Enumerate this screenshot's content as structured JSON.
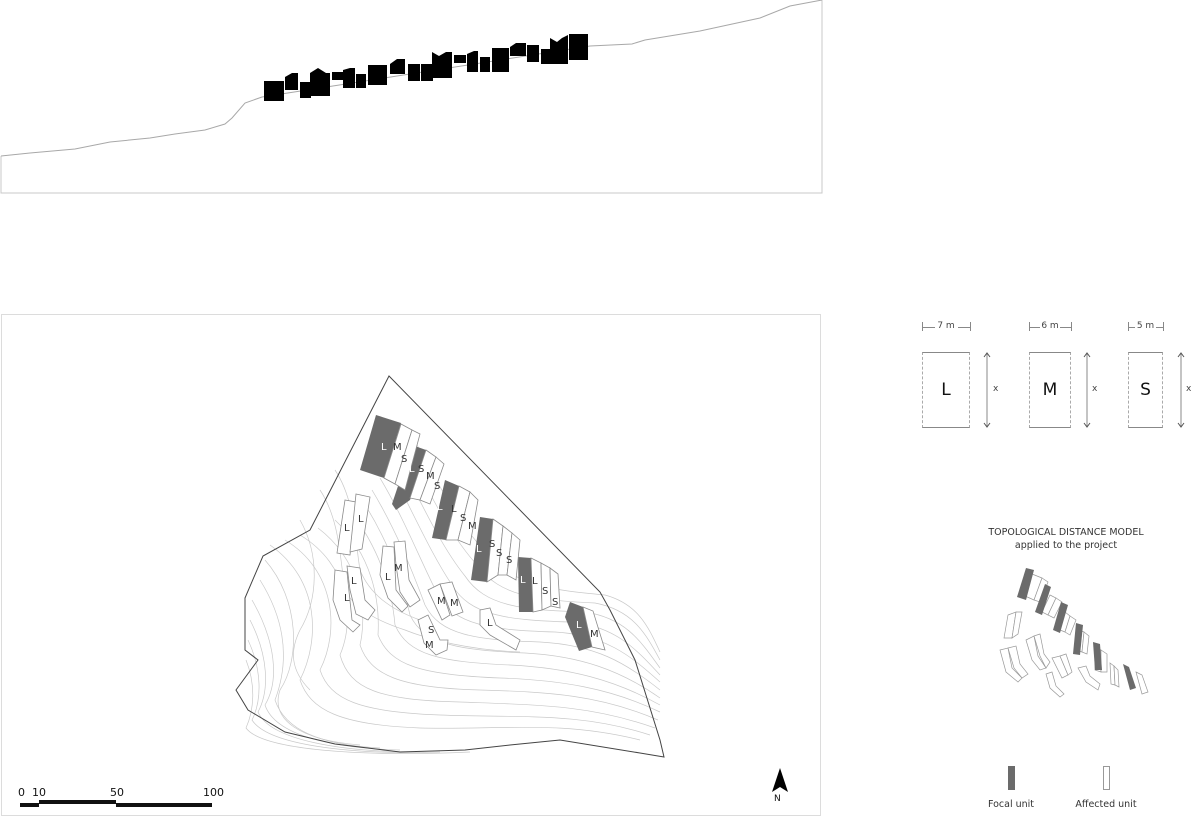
{
  "colors": {
    "focal_unit": "#6b6b6b",
    "affected_unit_stroke": "#9a9a9a",
    "section_buildings": "#000000",
    "terrain_line": "#a8a8a8",
    "contour_line": "#c4c4c4",
    "site_boundary": "#444444",
    "frame": "#dcdcdc"
  },
  "section": {
    "name": "site-section-elevation",
    "description": "Black building silhouettes stepping up terrain slope"
  },
  "plan": {
    "name": "site-plan",
    "units": [
      {
        "type": "L",
        "role": "focal",
        "label": "L"
      },
      {
        "type": "M",
        "role": "affected",
        "label": "M"
      },
      {
        "type": "S",
        "role": "affected",
        "label": "S"
      },
      {
        "type": "L",
        "role": "focal",
        "label": "L"
      },
      {
        "type": "S",
        "role": "affected",
        "label": "S"
      },
      {
        "type": "M",
        "role": "affected",
        "label": "M"
      },
      {
        "type": "S",
        "role": "affected",
        "label": "S"
      },
      {
        "type": "L",
        "role": "focal",
        "label": "L"
      },
      {
        "type": "L",
        "role": "affected",
        "label": "L"
      },
      {
        "type": "S",
        "role": "affected",
        "label": "S"
      },
      {
        "type": "M",
        "role": "affected",
        "label": "M"
      },
      {
        "type": "L",
        "role": "focal",
        "label": "L"
      },
      {
        "type": "S",
        "role": "affected",
        "label": "S"
      },
      {
        "type": "S",
        "role": "affected",
        "label": "S"
      },
      {
        "type": "S",
        "role": "affected",
        "label": "S"
      },
      {
        "type": "L",
        "role": "focal",
        "label": "L"
      },
      {
        "type": "L",
        "role": "affected",
        "label": "L"
      },
      {
        "type": "S",
        "role": "affected",
        "label": "S"
      },
      {
        "type": "S",
        "role": "affected",
        "label": "S"
      },
      {
        "type": "L",
        "role": "focal",
        "label": "L"
      },
      {
        "type": "M",
        "role": "affected",
        "label": "M"
      },
      {
        "type": "L",
        "role": "affected",
        "label": "L"
      },
      {
        "type": "L",
        "role": "affected",
        "label": "L"
      },
      {
        "type": "L",
        "role": "affected",
        "label": "L"
      },
      {
        "type": "L",
        "role": "affected",
        "label": "L"
      },
      {
        "type": "L",
        "role": "affected",
        "label": "L"
      },
      {
        "type": "M",
        "role": "affected",
        "label": "M"
      },
      {
        "type": "M",
        "role": "affected",
        "label": "M"
      },
      {
        "type": "M",
        "role": "affected",
        "label": "M"
      },
      {
        "type": "S",
        "role": "affected",
        "label": "S"
      },
      {
        "type": "M",
        "role": "affected",
        "label": "M"
      },
      {
        "type": "L",
        "role": "affected",
        "label": "L"
      }
    ]
  },
  "scale_bar": {
    "ticks": [
      "0",
      "10",
      "50",
      "100"
    ]
  },
  "north_arrow": {
    "label": "N"
  },
  "unit_sizes": [
    {
      "type": "L",
      "width": "7 m",
      "height": "x"
    },
    {
      "type": "M",
      "width": "6 m",
      "height": "x"
    },
    {
      "type": "S",
      "width": "5 m",
      "height": "x"
    }
  ],
  "model": {
    "title": "TOPOLOGICAL DISTANCE MODEL",
    "subtitle": "applied to the project"
  },
  "legend": {
    "focal": "Focal unit",
    "affected": "Affected unit"
  }
}
